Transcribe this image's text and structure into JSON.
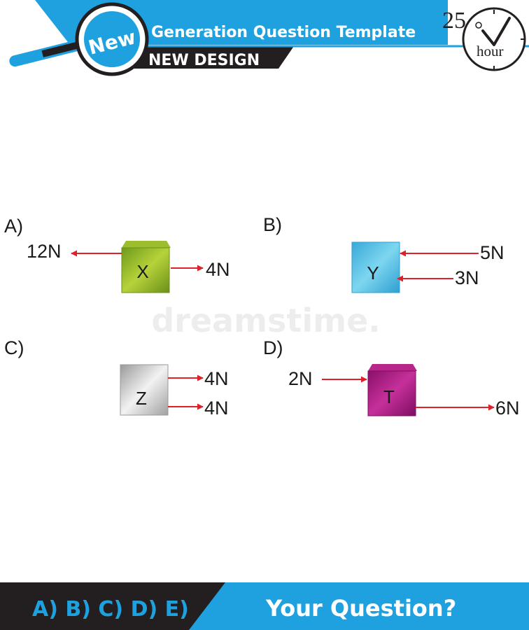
{
  "header": {
    "badge_text": "New",
    "title": "Generation Question Template",
    "subtitle": "NEW DESIGN",
    "timer_number": "25",
    "timer_unit": "hour"
  },
  "watermark": {
    "text": "dreamstime."
  },
  "options": [
    {
      "label": "A)",
      "block_letter": "X",
      "block_color": "#8cb82c",
      "forces": [
        {
          "text": "12N",
          "direction": "left"
        },
        {
          "text": "4N",
          "direction": "right"
        }
      ]
    },
    {
      "label": "B)",
      "block_letter": "Y",
      "block_color": "#4cc0e4",
      "forces": [
        {
          "text": "5N",
          "direction": "left"
        },
        {
          "text": "3N",
          "direction": "left"
        }
      ]
    },
    {
      "label": "C)",
      "block_letter": "Z",
      "block_color": "#cccccc",
      "forces": [
        {
          "text": "4N",
          "direction": "right"
        },
        {
          "text": "4N",
          "direction": "right"
        }
      ]
    },
    {
      "label": "D)",
      "block_letter": "T",
      "block_color": "#a8197e",
      "forces": [
        {
          "text": "2N",
          "direction": "right"
        },
        {
          "text": "6N",
          "direction": "right"
        }
      ]
    }
  ],
  "footer": {
    "answer_options": "A) B) C) D) E)",
    "question_text": "Your Question?"
  },
  "colors": {
    "brand_blue": "#1fa1e0",
    "dark": "#231f20",
    "arrow_red": "#e0202a"
  }
}
